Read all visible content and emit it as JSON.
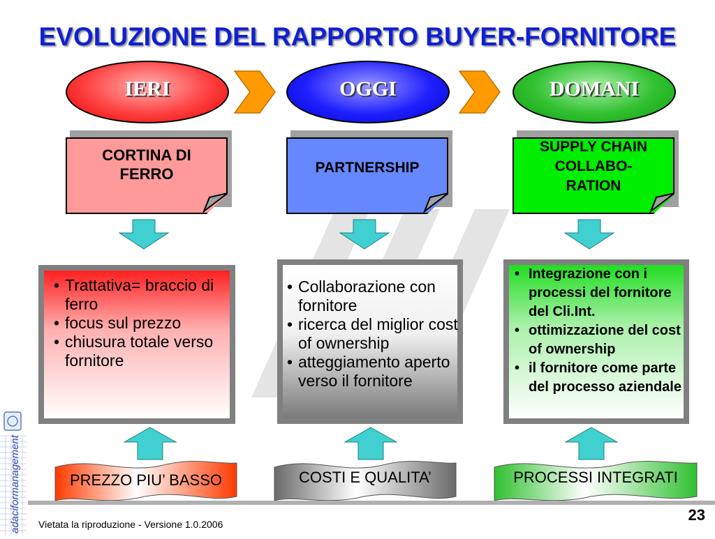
{
  "title": "EVOLUZIONE DEL RAPPORTO BUYER-FORNITORE",
  "stages": [
    {
      "label": "IERI",
      "color": "#ff2020"
    },
    {
      "label": "OGGI",
      "color": "#1010ff"
    },
    {
      "label": "DOMANI",
      "color": "#20c020"
    }
  ],
  "cards": [
    {
      "lines": [
        "CORTINA DI",
        "FERRO"
      ]
    },
    {
      "lines": [
        "PARTNERSHIP"
      ]
    },
    {
      "lines": [
        "SUPPLY CHAIN",
        "COLLABO-",
        "RATION"
      ]
    }
  ],
  "boxes": [
    {
      "items": [
        "Trattativa= braccio di ferro",
        "focus sul prezzo",
        "chiusura totale verso fornitore"
      ]
    },
    {
      "items": [
        "Collaborazione con fornitore",
        "ricerca del miglior cost of ownership",
        "atteggiamento aperto verso il fornitore"
      ]
    },
    {
      "items": [
        "Integrazione con i processi del fornitore del Cli.Int.",
        "ottimizzazione del cost of ownership",
        "il fornitore come parte del processo aziendale"
      ]
    }
  ],
  "banners": [
    {
      "label": "PREZZO PIU’ BASSO"
    },
    {
      "label": "COSTI E QUALITA’"
    },
    {
      "label": "PROCESSI INTEGRATI"
    }
  ],
  "footer": {
    "text": "Vietata la riproduzione  - Versione 1.0.2006",
    "page_number": "23"
  },
  "logo": {
    "text": "adaciformanagement"
  },
  "colors": {
    "title": "#1020d0",
    "arrow": "#40d0d0",
    "chevron": "#ff9a00"
  }
}
